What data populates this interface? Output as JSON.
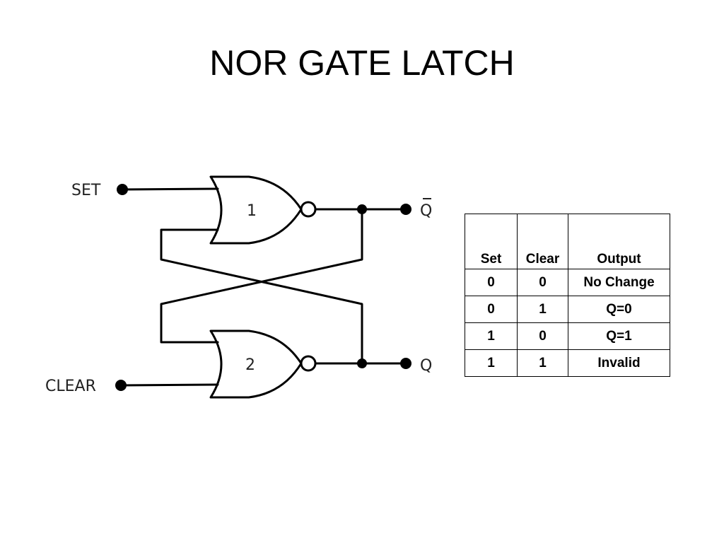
{
  "slide": {
    "title": "NOR GATE LATCH"
  },
  "circuit": {
    "input_set_label": "SET",
    "input_clear_label": "CLEAR",
    "gate_top_label": "1",
    "gate_bottom_label": "2",
    "output_top_label": "Q",
    "output_top_overline": true,
    "output_bottom_label": "Q"
  },
  "truth_table": {
    "headers": [
      "Set",
      "Clear",
      "Output"
    ],
    "rows": [
      [
        "0",
        "0",
        "No Change"
      ],
      [
        "0",
        "1",
        "Q=0"
      ],
      [
        "1",
        "0",
        "Q=1"
      ],
      [
        "1",
        "1",
        "Invalid"
      ]
    ]
  }
}
